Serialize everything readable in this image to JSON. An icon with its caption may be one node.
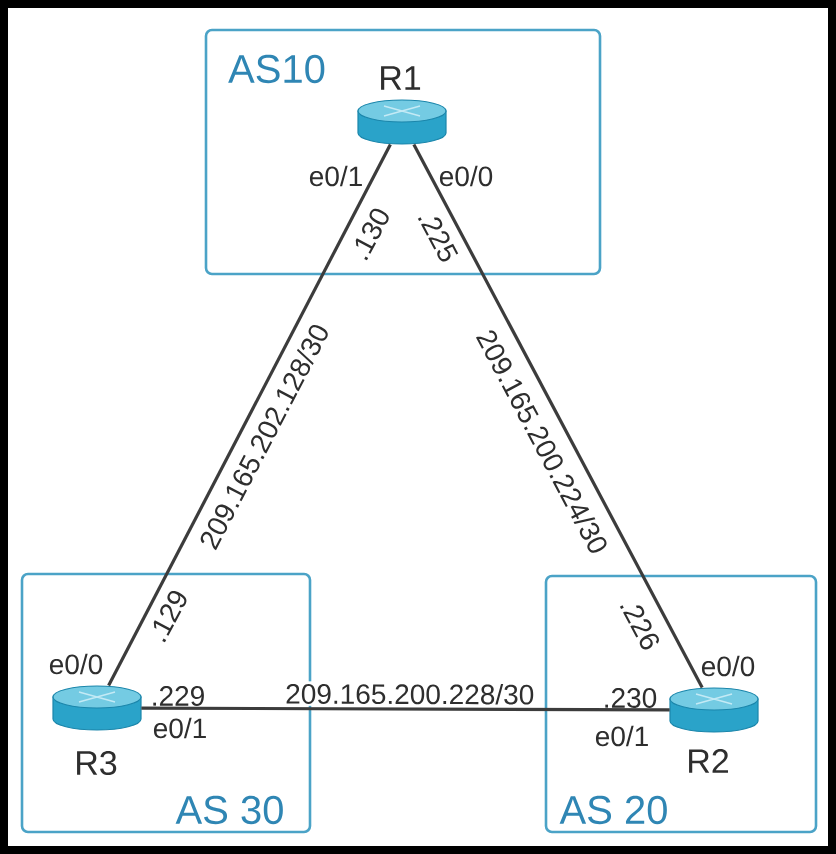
{
  "diagram": {
    "nodes": [
      {
        "text": [
          "AS10"
        ]
      },
      {
        "text": [
          "R1"
        ],
        "in": 0
      },
      {
        "text": [
          "AS 30"
        ]
      },
      {
        "text": [
          "R3"
        ],
        "in": 2
      },
      {
        "text": [
          "AS 20"
        ]
      },
      {
        "text": [
          "R2"
        ],
        "in": 4
      }
    ],
    "edges": [
      {
        "from": 1,
        "to": 3,
        "arrow": "none",
        "label": "209.165.202.128/30"
      },
      {
        "from": 1,
        "to": 5,
        "arrow": "none",
        "label": "209.165.200.224/30"
      },
      {
        "from": 3,
        "to": 5,
        "arrow": "none",
        "label": "209.165.200.228/30"
      }
    ],
    "labels": [
      "e0/1",
      "e0/0",
      ".130",
      ".225",
      ".129",
      ".226",
      "e0/0",
      "e0/0",
      ".229",
      ".230",
      "e0/1",
      "e0/1"
    ]
  }
}
